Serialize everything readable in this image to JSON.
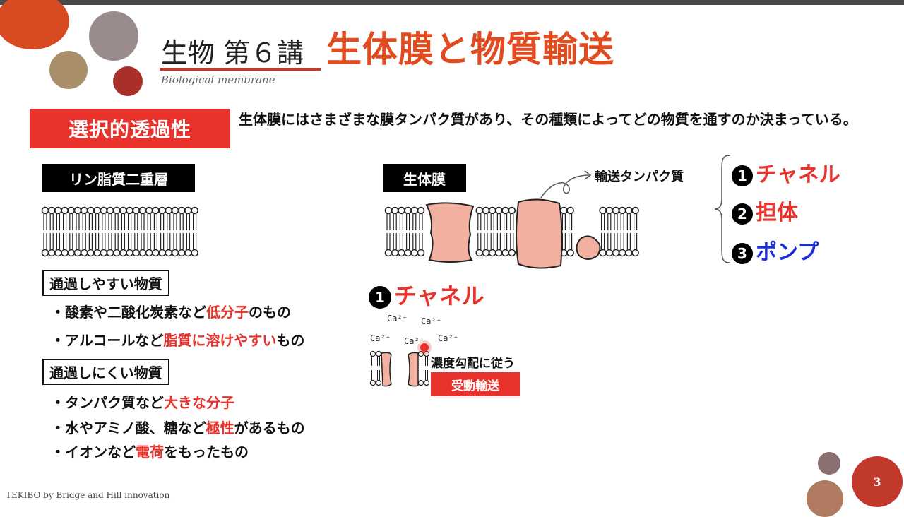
{
  "header": {
    "title_left": "生物 第６講",
    "title_right": "生体膜と物質輸送",
    "subtitle": "Biological membrane"
  },
  "section": {
    "label": "選択的透過性",
    "intro": "生体膜にはさまざまな膜タンパク質があり、その種類によってどの物質を通すのか決まっている。"
  },
  "lipid": {
    "label": "リン脂質二重層"
  },
  "biomembrane": {
    "label": "生体膜"
  },
  "transport": {
    "label": "輸送タンパク質",
    "types": [
      {
        "num": "1",
        "name": "チャネル",
        "color": "#e8322b"
      },
      {
        "num": "2",
        "name": "担体",
        "color": "#e8322b"
      },
      {
        "num": "3",
        "name": "ポンプ",
        "color": "#1a2ed8"
      }
    ]
  },
  "easy": {
    "label": "通過しやすい物質",
    "items": [
      {
        "pre": "・酸素や二酸化炭素など",
        "hl": "低分子",
        "post": "のもの"
      },
      {
        "pre": "・アルコールなど",
        "hl": "脂質に溶けやすい",
        "post": "もの"
      }
    ]
  },
  "hard": {
    "label": "通過しにくい物質",
    "items": [
      {
        "pre": "・タンパク質など",
        "hl": "大きな分子",
        "post": ""
      },
      {
        "pre": "・水やアミノ酸、糖など",
        "hl": "極性",
        "post": "があるもの"
      },
      {
        "pre": "・イオンなど",
        "hl": "電荷",
        "post": "をもったもの"
      }
    ]
  },
  "channel": {
    "num": "1",
    "title": "チャネル",
    "ion": "Ca²⁺",
    "gradient": "濃度勾配に従う",
    "passive": "受動輸送"
  },
  "footer": {
    "credit": "TEKIBO  by Bridge and Hill innovation",
    "page": "3"
  },
  "colors": {
    "accent_red": "#e8322b",
    "title_orange": "#e04b20",
    "protein": "#f2b0a0",
    "pump_blue": "#1a2ed8"
  }
}
